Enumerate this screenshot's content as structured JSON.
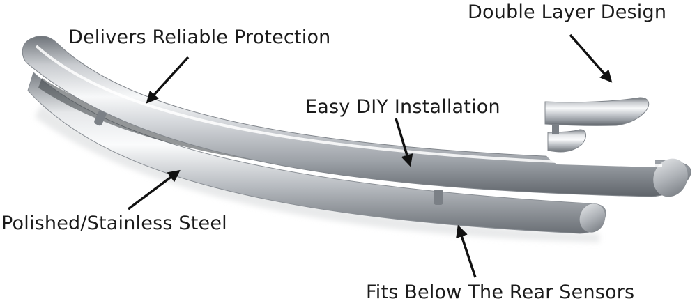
{
  "image": {
    "subject": "polished stainless steel double-layer rear bumper guard",
    "background_color": "#ffffff",
    "metal_highlight_color": "#f4f5f7",
    "metal_shadow_color": "#7d8288",
    "arrow_color": "#111111"
  },
  "callouts": {
    "double_layer": "Double Layer Design",
    "protection": "Delivers Reliable Protection",
    "installation": "Easy DIY Installation",
    "material": "Polished/Stainless Steel",
    "sensors": "Fits Below The Rear Sensors"
  },
  "icons": {
    "arrow": "arrow-icon"
  }
}
